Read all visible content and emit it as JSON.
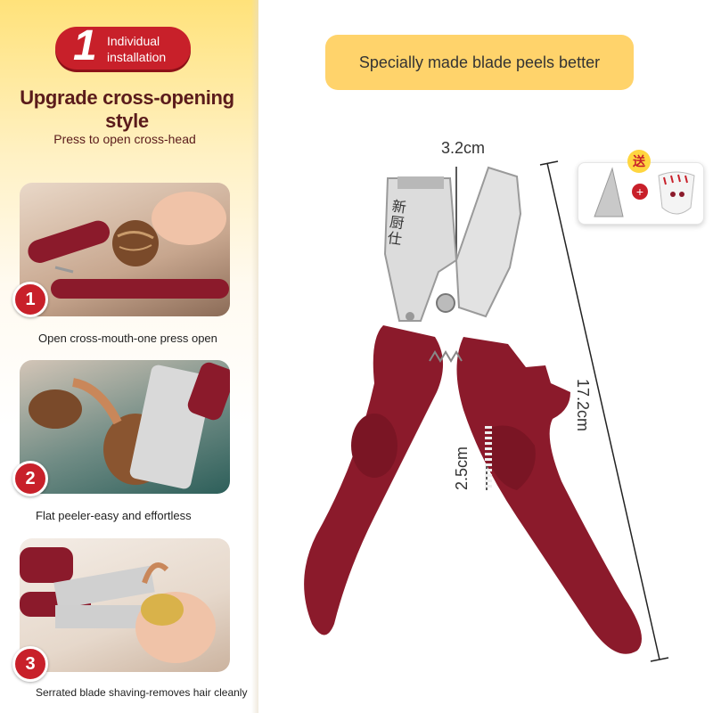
{
  "badge": {
    "number": "1",
    "text_line1": "Individual",
    "text_line2": "installation"
  },
  "left": {
    "title": "Upgrade cross-opening style",
    "subtitle": "Press to open cross-head",
    "features": [
      {
        "number": "1",
        "caption": "Open cross-mouth-one press open"
      },
      {
        "number": "2",
        "caption": "Flat peeler-easy and effortless"
      },
      {
        "number": "3",
        "caption": "Serrated blade shaving-removes hair cleanly"
      }
    ]
  },
  "banner": {
    "text": "Specially made blade peels better"
  },
  "dimensions": {
    "blade_width": "3.2cm",
    "total_length": "17.2cm",
    "serrated_length": "2.5cm"
  },
  "product": {
    "blade_brand": "新厨仕"
  },
  "gift": {
    "tag": "送",
    "plus": "+"
  },
  "colors": {
    "handle_red": "#8b1a2b",
    "badge_red": "#c8202a",
    "banner_yellow": "#ffd36b"
  }
}
